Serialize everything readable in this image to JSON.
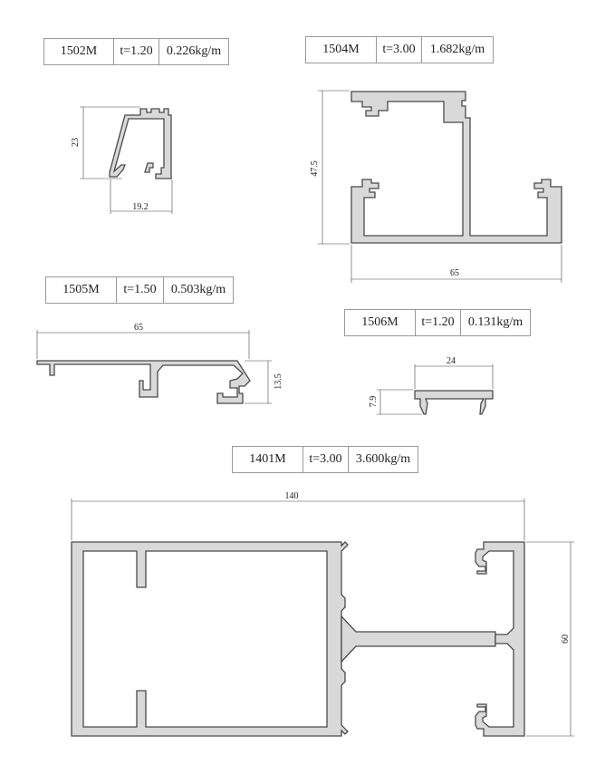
{
  "profiles": [
    {
      "code": "1502M",
      "thickness": "t=1.20",
      "weight": "0.226kg/m",
      "dims": {
        "height": "23",
        "width": "19.2"
      }
    },
    {
      "code": "1504M",
      "thickness": "t=3.00",
      "weight": "1.682kg/m",
      "dims": {
        "height": "47.5",
        "width": "65"
      }
    },
    {
      "code": "1505M",
      "thickness": "t=1.50",
      "weight": "0.503kg/m",
      "dims": {
        "height": "13.5",
        "width": "65"
      }
    },
    {
      "code": "1506M",
      "thickness": "t=1.20",
      "weight": "0.131kg/m",
      "dims": {
        "height": "7.9",
        "width": "24"
      }
    },
    {
      "code": "1401M",
      "thickness": "t=3.00",
      "weight": "3.600kg/m",
      "dims": {
        "height": "60",
        "width": "140"
      }
    }
  ],
  "colors": {
    "profile_fill": "#d9d9d9",
    "outline": "#4a4a4a",
    "border": "#9a9a9a"
  }
}
